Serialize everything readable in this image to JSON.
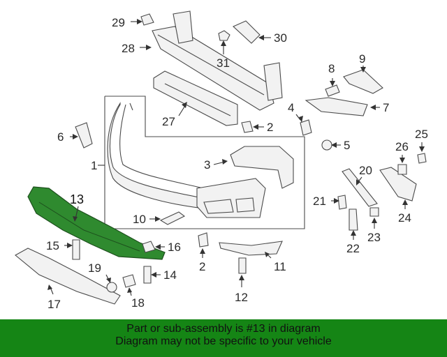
{
  "diagram": {
    "highlighted_part": "13",
    "callouts": [
      "1",
      "2",
      "2",
      "3",
      "4",
      "5",
      "6",
      "7",
      "8",
      "9",
      "10",
      "11",
      "12",
      "13",
      "14",
      "15",
      "16",
      "17",
      "18",
      "19",
      "20",
      "21",
      "22",
      "23",
      "24",
      "25",
      "26",
      "27",
      "28",
      "29",
      "30",
      "31"
    ]
  },
  "labels": {
    "p1": "1",
    "p2a": "2",
    "p2b": "2",
    "p3": "3",
    "p4": "4",
    "p5": "5",
    "p6": "6",
    "p7": "7",
    "p8": "8",
    "p9": "9",
    "p10": "10",
    "p11": "11",
    "p12": "12",
    "p13": "13",
    "p14": "14",
    "p15": "15",
    "p16": "16",
    "p17": "17",
    "p18": "18",
    "p19": "19",
    "p20": "20",
    "p21": "21",
    "p22": "22",
    "p23": "23",
    "p24": "24",
    "p25": "25",
    "p26": "26",
    "p27": "27",
    "p28": "28",
    "p29": "29",
    "p30": "30",
    "p31": "31"
  },
  "banner": {
    "line1": "Part or sub-assembly is #13 in diagram",
    "line2": "Diagram may not be specific to your vehicle",
    "color": "#158515"
  },
  "colors": {
    "highlight": "#2f8a2f",
    "line": "#4a4a4a"
  }
}
